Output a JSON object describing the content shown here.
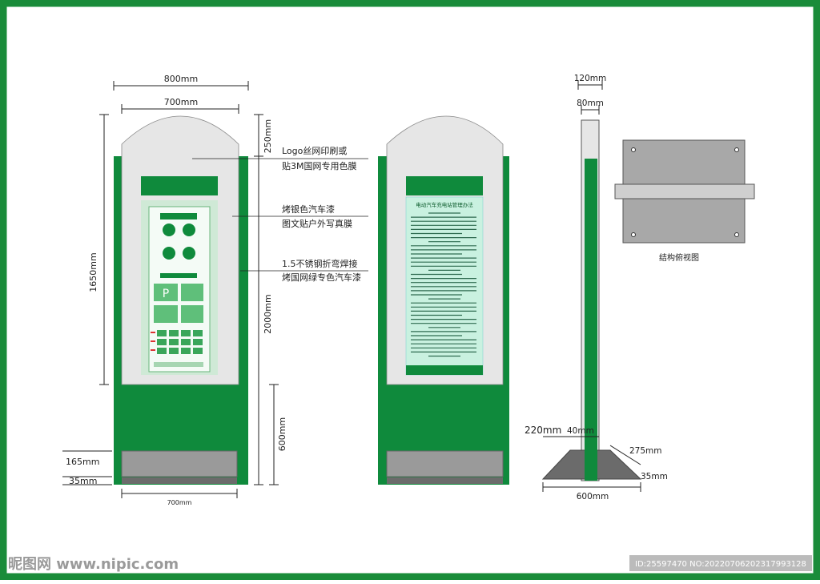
{
  "colors": {
    "frame": "#1a8c3a",
    "panel_green": "#0f8a3c",
    "panel_light": "#e6e6e6",
    "gray": "#a8a8a8",
    "dark_gray": "#6b6b6b",
    "screen_mint": "#c9f1e0"
  },
  "front_view": {
    "dim_800": "800mm",
    "dim_700_top": "700mm",
    "dim_250": "250mm",
    "dim_1650": "1650mm",
    "dim_2000": "2000mm",
    "dim_600": "600mm",
    "dim_165": "165mm",
    "dim_35": "35mm",
    "dim_700_bottom": "700mm"
  },
  "annotations": {
    "logo_line1": "Logo丝网印刷或",
    "logo_line2": "贴3M国网专用色膜",
    "paint_line1": "烤银色汽车漆",
    "paint_line2": "图文贴户外写真膜",
    "steel_line1": "1.5不锈钢折弯焊接",
    "steel_line2": "烤国网绿专色汽车漆"
  },
  "rear_view": {
    "screen_title": "电动汽车充电站管理办法"
  },
  "side_view": {
    "dim_120": "120mm",
    "dim_80": "80mm",
    "dim_220": "220mm",
    "dim_40": "40mm",
    "dim_275": "275mm",
    "dim_35": "35mm",
    "dim_600": "600mm"
  },
  "top_view": {
    "caption": "结构俯视图"
  },
  "watermark": {
    "left": "昵图网 www.nipic.com",
    "right": "ID:25597470 NO:20220706202317993128"
  }
}
